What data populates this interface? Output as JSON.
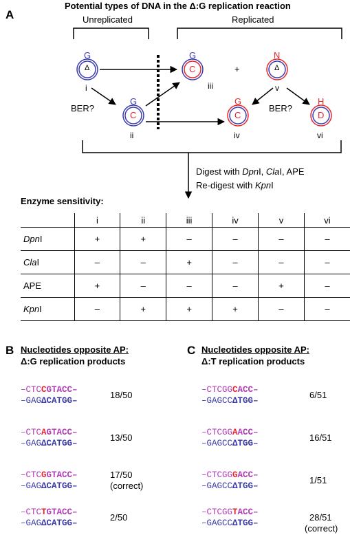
{
  "panelA": {
    "letter": "A",
    "title": "Potential types of DNA in the Δ:G replication reaction",
    "unreplicated_label": "Unreplicated",
    "replicated_label": "Replicated",
    "plus": "+",
    "ber_label": "BER?",
    "circles": {
      "i": {
        "roman": "i",
        "top": "G",
        "inner": "Δ"
      },
      "ii": {
        "roman": "ii",
        "top": "G",
        "inner": "C"
      },
      "iii": {
        "roman": "iii",
        "top": "G",
        "inner": "C"
      },
      "iv": {
        "roman": "iv",
        "top": "G",
        "inner": "C"
      },
      "v": {
        "roman": "v",
        "top": "N",
        "inner": "Δ"
      },
      "vi": {
        "roman": "vi",
        "top": "H",
        "inner": "D"
      }
    },
    "digest_line1_a": "Digest with ",
    "digest_line1_b": "Dpn",
    "digest_line1_c": "I, ",
    "digest_line1_d": "Cla",
    "digest_line1_e": "I, APE",
    "digest_line2_a": "Re-digest with ",
    "digest_line2_b": "Kpn",
    "digest_line2_c": "I",
    "colors": {
      "blue": "#3b3bb0",
      "red": "#e8262b",
      "magenta": "#b03cb8"
    }
  },
  "sensitivity": {
    "title": "Enzyme sensitivity:",
    "columns": [
      "i",
      "ii",
      "iii",
      "iv",
      "v",
      "vi"
    ],
    "rows": [
      {
        "italic": "Dpn",
        "plain": "I",
        "values": [
          "+",
          "+",
          "–",
          "–",
          "–",
          "–"
        ]
      },
      {
        "italic": "Cla",
        "plain": "I",
        "values": [
          "–",
          "–",
          "+",
          "–",
          "–",
          "–"
        ]
      },
      {
        "italic": "",
        "plain": "APE",
        "values": [
          "+",
          "–",
          "–",
          "–",
          "+",
          "–"
        ]
      },
      {
        "italic": "Kpn",
        "plain": "I",
        "values": [
          "–",
          "+",
          "+",
          "+",
          "–",
          "–"
        ]
      }
    ]
  },
  "panelB": {
    "letter": "B",
    "heading1": "Nucleotides opposite AP:",
    "heading2": "Δ:G replication products",
    "items": [
      {
        "top_a": "–CTC",
        "top_nt": "C",
        "top_b": "GTACC–",
        "bot_a": "–GAG",
        "bot_b": "ΔCATGG–",
        "count": "18/50",
        "note": ""
      },
      {
        "top_a": "–CTC",
        "top_nt": "A",
        "top_b": "GTACC–",
        "bot_a": "–GAG",
        "bot_b": "ΔCATGG–",
        "count": "13/50",
        "note": ""
      },
      {
        "top_a": "–CTC",
        "top_nt": "G",
        "top_b": "GTACC–",
        "bot_a": "–GAG",
        "bot_b": "ΔCATGG–",
        "count": "17/50",
        "note": "(correct)"
      },
      {
        "top_a": "–CTC",
        "top_nt": "T",
        "top_b": "GTACC–",
        "bot_a": "–GAG",
        "bot_b": "ΔCATGG–",
        "count": "2/50",
        "note": ""
      }
    ]
  },
  "panelC": {
    "letter": "C",
    "heading1": "Nucleotides opposite AP:",
    "heading2": "Δ:T replication products",
    "items": [
      {
        "top_a": "–CTCGG",
        "top_nt": "C",
        "top_b": "ACC–",
        "bot_a": "–GAGCC",
        "bot_b": "ΔTGG–",
        "count": "6/51",
        "note": ""
      },
      {
        "top_a": "–CTCGG",
        "top_nt": "A",
        "top_b": "ACC–",
        "bot_a": "–GAGCC",
        "bot_b": "ΔTGG–",
        "count": "16/51",
        "note": ""
      },
      {
        "top_a": "–CTCGG",
        "top_nt": "G",
        "top_b": "ACC–",
        "bot_a": "–GAGCC",
        "bot_b": "ΔTGG–",
        "count": "1/51",
        "note": ""
      },
      {
        "top_a": "–CTCGG",
        "top_nt": "T",
        "top_b": "ACC–",
        "bot_a": "–GAGCC",
        "bot_b": "ΔTGG–",
        "count": "28/51",
        "note": "(correct)"
      }
    ]
  }
}
